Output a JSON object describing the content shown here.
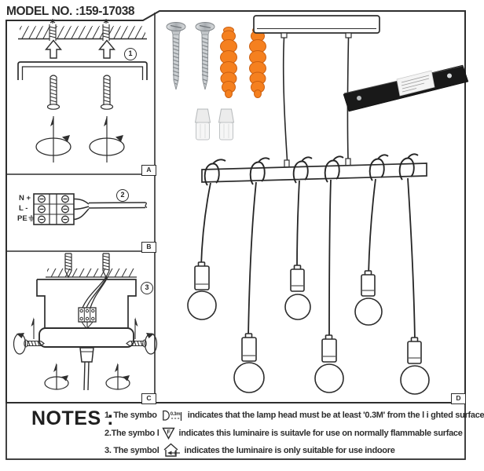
{
  "document": {
    "model_label": "MODEL NO. :159-17038"
  },
  "steps": {
    "step1": {
      "number": "1",
      "corner_marker": "A"
    },
    "step2": {
      "number": "2",
      "corner_marker": "B",
      "terminal_labels": [
        "N +",
        "L -",
        "PE"
      ]
    },
    "step3": {
      "number": "3",
      "corner_marker": "C"
    },
    "assembly": {
      "corner_marker": "D"
    }
  },
  "notes": {
    "heading": "NOTES :",
    "items": [
      {
        "lead": "1. The symbo",
        "symbol": "lamp-distance-icon",
        "symbol_text": "0.3m",
        "tail": "indicates that the lamp head must be at least '0.3M' from the l i ghted surface"
      },
      {
        "lead": "2.The symbo l",
        "symbol": "flammable-triangle-f-icon",
        "symbol_text": "F",
        "tail": "indicates this luminaire is suitavle for use on normally flammable surface"
      },
      {
        "lead": "3. The symbol",
        "symbol": "house-indoor-icon",
        "symbol_text": "",
        "tail": "indicates the luminaire is only suitable for use indoore"
      }
    ]
  },
  "colors": {
    "line": "#2c2c2c",
    "anchor_orange": "#f5801f",
    "anchor_orange_dark": "#cc5f10",
    "screw_gray": "#cdd1d4",
    "bracket_black": "#191919"
  }
}
